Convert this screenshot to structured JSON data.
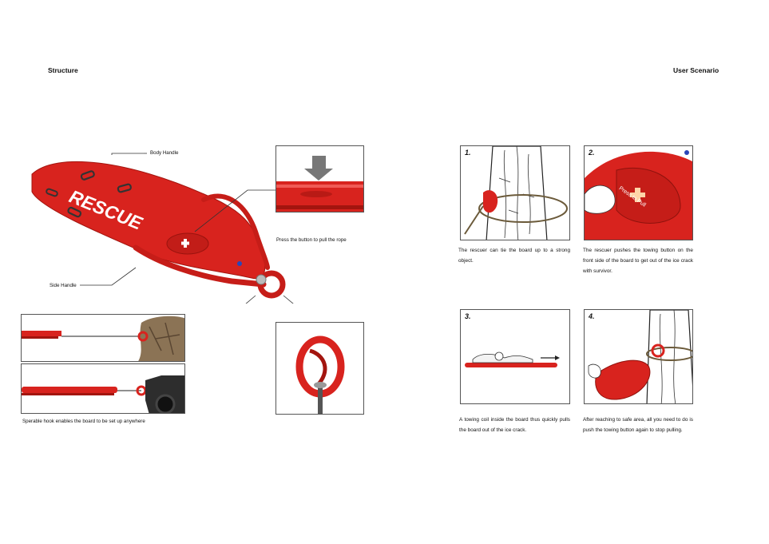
{
  "left": {
    "heading": "Structure",
    "labels": {
      "body_handle": "Body Handle",
      "side_handle": "Side Handle",
      "press_caption": "Press the button to pull the rope",
      "hook_caption": "Sperable hook enables the board to be set up anywhere"
    },
    "board_text": "RESCUE"
  },
  "right": {
    "heading": "User Scenario",
    "steps": [
      {
        "num": "1.",
        "caption": "The rescuer can tie the board up to a strong object."
      },
      {
        "num": "2.",
        "caption": "The rescuer pushes the towing button on the front side of the board to get out of the ice crack with survivor.",
        "panel_text": "Press to Pull"
      },
      {
        "num": "3.",
        "caption": "A towing coil inside the board thus quickly pulls the board out of the ice crack."
      },
      {
        "num": "4.",
        "caption": "After reaching to safe area, all you need to do is push the towing button again to stop pulling."
      }
    ]
  },
  "colors": {
    "board_red": "#d8231e",
    "dark_red": "#a3150f",
    "line": "#333333"
  }
}
